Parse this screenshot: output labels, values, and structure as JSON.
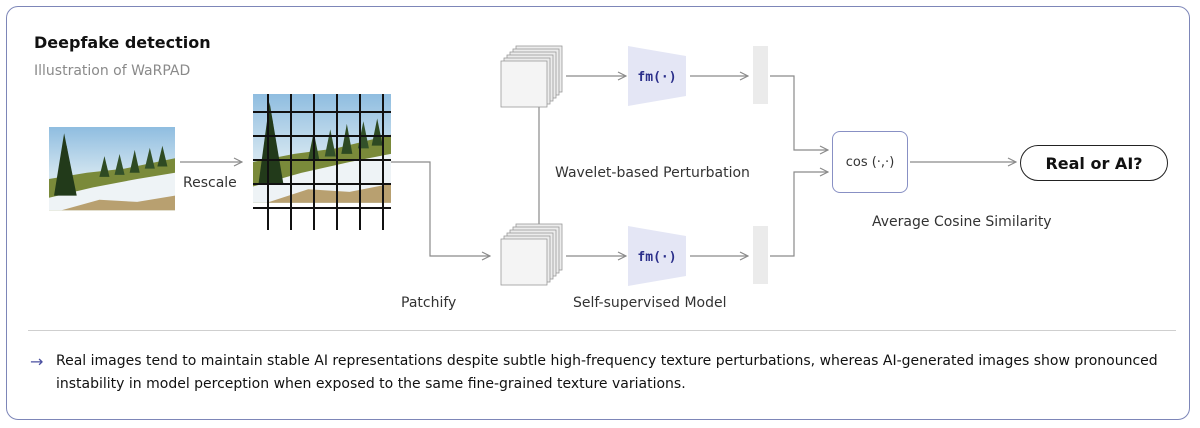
{
  "header": {
    "title": "Deepfake detection",
    "subtitle": "Illustration of WaRPAD"
  },
  "labels": {
    "rescale": "Rescale",
    "patchify": "Patchify",
    "wavelet": "Wavelet-based Perturbation",
    "self_supervised": "Self-supervised Model",
    "avg_cosine": "Average Cosine Similarity"
  },
  "nodes": {
    "fm_top": "fm(·)",
    "fm_bottom": "fm(·)",
    "cos": "cos (·,·)",
    "output": "Real or AI?"
  },
  "note": {
    "arrow": "→",
    "text": "Real images tend to maintain stable AI representations despite subtle high-frequency texture perturbations, whereas AI-generated images show pronounced instability in model perception when exposed to the same fine-grained texture variations."
  },
  "colors": {
    "border": "#7d86b8",
    "fm_fill": "#e4e6f5",
    "fm_text": "#2a2e8a",
    "arrow": "#8a8a8a"
  }
}
